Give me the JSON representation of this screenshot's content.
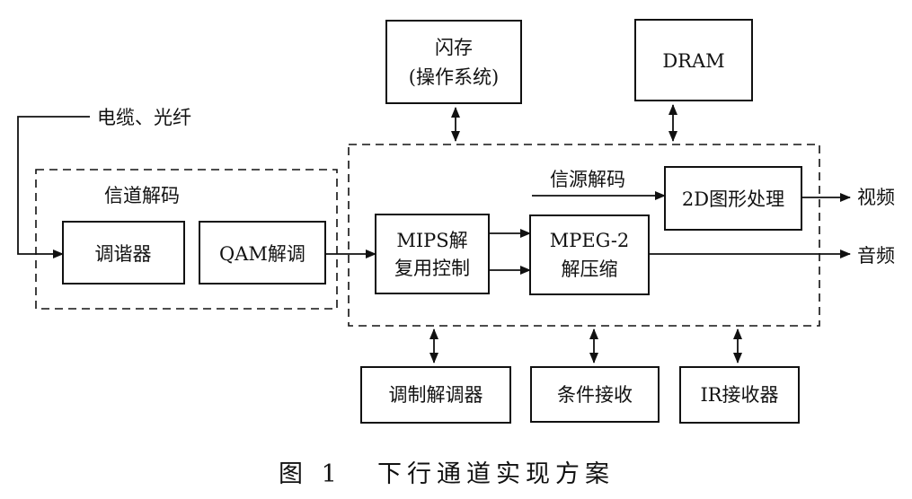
{
  "blocks": {
    "flash_line1": "闪存",
    "flash_line2": "(操作系统)",
    "dram": "DRAM",
    "tuner": "调谐器",
    "qam": "QAM解调",
    "mips_line1": "MIPS解",
    "mips_line2": "复用控制",
    "mpeg_line1": "MPEG-2",
    "mpeg_line2": "解压缩",
    "graphics_2d": "2D图形处理",
    "modem": "调制解调器",
    "conditional_access": "条件接收",
    "ir_receiver": "IR接收器"
  },
  "labels": {
    "cable_fiber": "电缆、光纤",
    "channel_decoding": "信道解码",
    "source_decoding": "信源解码",
    "video": "视频",
    "audio": "音频"
  },
  "caption": {
    "figure_number": "图 1",
    "title": "下行通道实现方案"
  }
}
